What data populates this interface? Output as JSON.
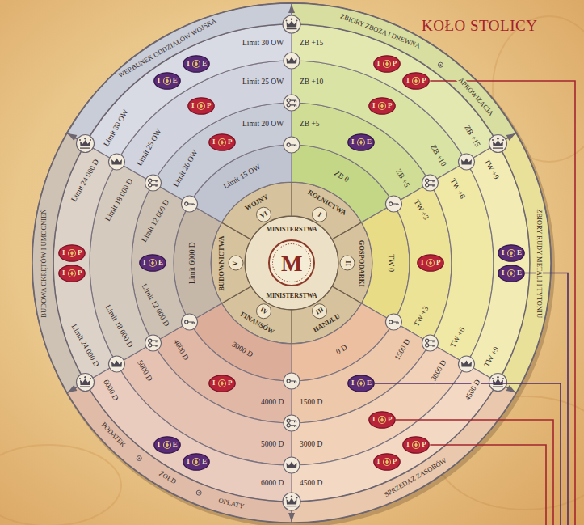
{
  "diagram": {
    "title": "KOŁO STOLICY",
    "nodes": [
      {
        "text": [
          "MINISTERSTWA",
          "M",
          "MINISTERSTWA"
        ]
      },
      {
        "text": [
          "I",
          "ROLNICTWA"
        ]
      },
      {
        "text": [
          "II",
          "GOSPODARKI"
        ]
      },
      {
        "text": [
          "III",
          "HANDLU"
        ]
      },
      {
        "text": [
          "IV",
          "FINANSÓW"
        ]
      },
      {
        "text": [
          "V",
          "BUDOWNICTWA"
        ]
      },
      {
        "text": [
          "VI",
          "WOJNY"
        ]
      },
      {
        "text": [
          "ZB 0"
        ]
      },
      {
        "text": [
          "ZB +5",
          "ZB +5"
        ]
      },
      {
        "text": [
          "I",
          "E"
        ],
        "in": 8
      },
      {
        "text": [
          "ZB +10",
          "ZB +10"
        ]
      },
      {
        "text": [
          "I",
          "P"
        ],
        "in": 10
      },
      {
        "text": [
          "ZB +15",
          "ZB +15"
        ]
      },
      {
        "text": [
          "I",
          "P"
        ],
        "in": 12
      },
      {
        "text": [
          "I",
          "P"
        ],
        "in": 12
      },
      {
        "text": [
          "TW 0"
        ]
      },
      {
        "text": [
          "TW +3",
          "TW +3"
        ]
      },
      {
        "text": [
          "I",
          "P"
        ],
        "in": 16
      },
      {
        "text": [
          "TW +6",
          "TW +6"
        ]
      },
      {
        "text": [
          "TW +9",
          "TW +9"
        ]
      },
      {
        "text": [
          "I",
          "E"
        ],
        "in": 19
      },
      {
        "text": [
          "I",
          "E"
        ],
        "in": 19
      },
      {
        "text": [
          "0 D"
        ]
      },
      {
        "text": [
          "1500 D",
          "1500 D"
        ]
      },
      {
        "text": [
          "I",
          "E"
        ],
        "in": 23
      },
      {
        "text": [
          "3000 D",
          "3000 D"
        ]
      },
      {
        "text": [
          "I",
          "P"
        ],
        "in": 25
      },
      {
        "text": [
          "4500 D",
          "4500 D"
        ]
      },
      {
        "text": [
          "I",
          "P"
        ],
        "in": 27
      },
      {
        "text": [
          "I",
          "P"
        ],
        "in": 27
      },
      {
        "text": [
          "3000 D"
        ]
      },
      {
        "text": [
          "4000 D",
          "4000 D"
        ]
      },
      {
        "text": [
          "I",
          "P"
        ],
        "in": 31
      },
      {
        "text": [
          "5000 D",
          "5000 D"
        ]
      },
      {
        "text": [
          "6000 D",
          "6000 D"
        ]
      },
      {
        "text": [
          "I",
          "E"
        ],
        "in": 34
      },
      {
        "text": [
          "I",
          "E"
        ],
        "in": 34
      },
      {
        "text": [
          "Limit 6000 D"
        ]
      },
      {
        "text": [
          "Limit 12 000 D",
          "Limit 12 000 D"
        ]
      },
      {
        "text": [
          "I",
          "E"
        ],
        "in": 38
      },
      {
        "text": [
          "Limit 18 000 D",
          "Limit 18 000 D"
        ]
      },
      {
        "text": [
          "Limit 24 000 D",
          "Limit 24 000 D"
        ]
      },
      {
        "text": [
          "I",
          "P"
        ],
        "in": 41
      },
      {
        "text": [
          "I",
          "P"
        ],
        "in": 41
      },
      {
        "text": [
          "Limit 15 OW"
        ]
      },
      {
        "text": [
          "Limit 20 OW",
          "Limit 20 OW"
        ]
      },
      {
        "text": [
          "I",
          "P"
        ],
        "in": 45
      },
      {
        "text": [
          "Limit 25 OW",
          "Limit 25 OW"
        ]
      },
      {
        "text": [
          "I",
          "P"
        ],
        "in": 47
      },
      {
        "text": [
          "Limit 30 OW",
          "Limit 30 OW"
        ]
      },
      {
        "text": [
          "I",
          "E"
        ],
        "in": 49
      },
      {
        "text": [
          "I",
          "E"
        ],
        "in": 49
      },
      {
        "text": [
          "ZBIORY ZBOŻA I DREWNA",
          "APROWIZACJA"
        ]
      },
      {
        "text": [
          "ZBIORY RUDY METALI I TYTONIU"
        ]
      },
      {
        "text": [
          "SPRZEDAŻ ZASOBÓW"
        ]
      },
      {
        "text": [
          "PODATEK",
          "ŻOŁD",
          "OPŁATY"
        ]
      },
      {
        "text": [
          "BUDOWA OKRĘTÓW I UMOCNIEŃ"
        ]
      },
      {
        "text": [
          "WERBUNEK ODDZIAŁÓW WOJSKA"
        ]
      }
    ]
  }
}
